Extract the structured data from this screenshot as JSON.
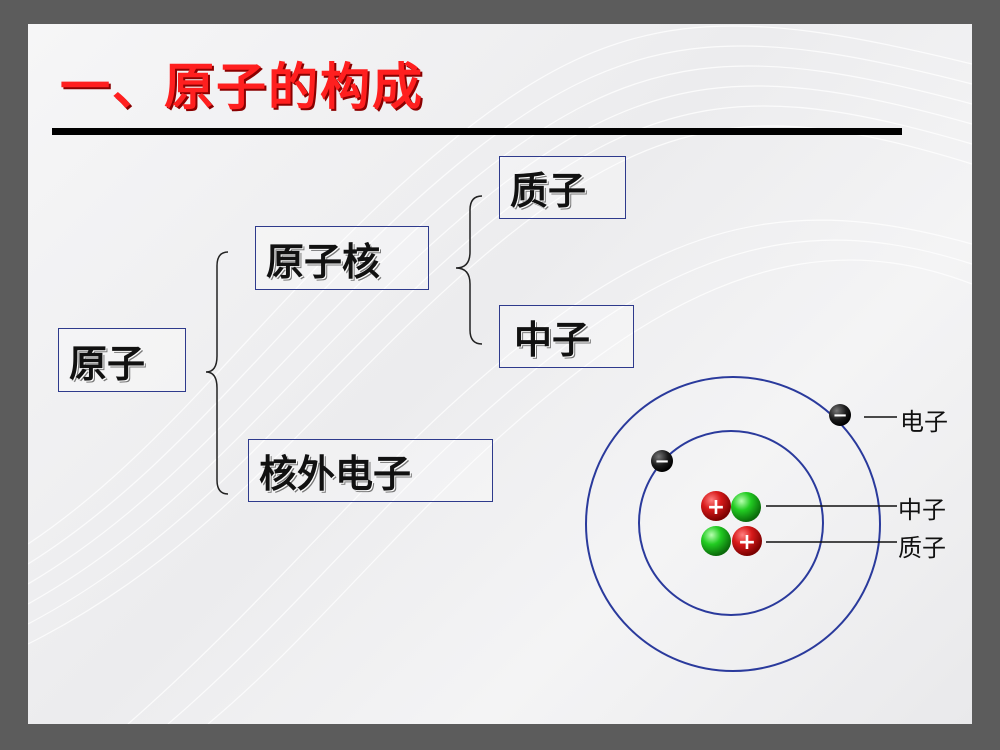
{
  "slide": {
    "title": "一、原子的构成"
  },
  "tree": {
    "root": "原子",
    "nucleus": "原子核",
    "proton": "质子",
    "neutron": "中子",
    "electrons": "核外电子"
  },
  "atom": {
    "electron_label": "电子",
    "neutron_label": "中子",
    "proton_label": "质子",
    "proton_sign": "+",
    "electron_sign": "−",
    "colors": {
      "proton": "#d81a1a",
      "neutron": "#22cc22",
      "orbit": "#2a3a9c",
      "electron": "#1a1a1a"
    }
  }
}
